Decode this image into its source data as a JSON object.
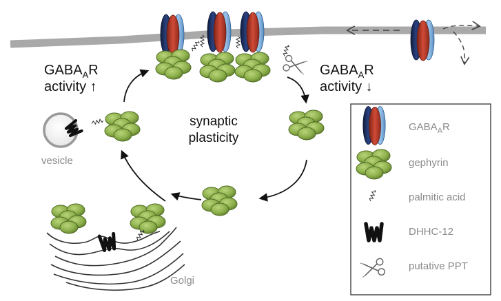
{
  "left_label": {
    "line1_prefix": "GABA",
    "line1_sub": "A",
    "line1_suffix": "R",
    "line2": "activity ↑"
  },
  "right_label": {
    "line1_prefix": "GABA",
    "line1_sub": "A",
    "line1_suffix": "R",
    "line2": "activity ↓"
  },
  "center_label": {
    "line1": "synaptic",
    "line2": "plasticity"
  },
  "vesicle_label": "vesicle",
  "golgi_label": "Golgi",
  "legend": {
    "receptor": {
      "prefix": "GABA",
      "sub": "A",
      "suffix": "R",
      "icon": "receptor-icon"
    },
    "gephyrin": {
      "label": "gephyrin",
      "icon": "gephyrin-icon"
    },
    "palmitic_acid": {
      "label": "palmitic acid",
      "icon": "squiggle-icon"
    },
    "dhhc12": {
      "label": "DHHC-12",
      "icon": "dhhc12-icon"
    },
    "ppt": {
      "label": "putative PPT",
      "icon": "scissors-icon"
    }
  },
  "colors": {
    "membrane": "#a9a9a9",
    "gephyrin_fill": "#8db04c",
    "gephyrin_dark": "#4f6b23",
    "receptor_navy": "#1e3160",
    "receptor_red": "#b23a2a",
    "receptor_light": "#6fa4d6",
    "arrow": "#111111",
    "legend_text": "#8a8a8a"
  }
}
